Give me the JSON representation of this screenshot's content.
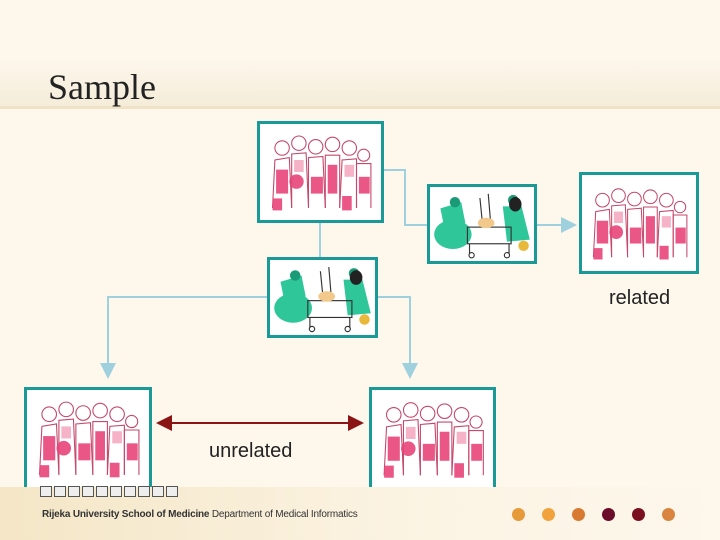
{
  "slide": {
    "title": "Sample"
  },
  "labels": {
    "related": "related",
    "unrelated": "unrelated"
  },
  "footer": {
    "school": "Rijeka University School of Medicine",
    "department": "Department of Medical Informatics"
  },
  "pictures": {
    "people": "group-of-people-clipart",
    "surgery": "surgical-team-clipart"
  },
  "colors": {
    "frame": "#1a9a97",
    "connector": "#9fd0de",
    "unrelated_line": "#8b1414",
    "dots": [
      "#e69a3a",
      "#f2a23c",
      "#d97a32",
      "#6b0d2a",
      "#7a1020",
      "#d98540"
    ]
  }
}
